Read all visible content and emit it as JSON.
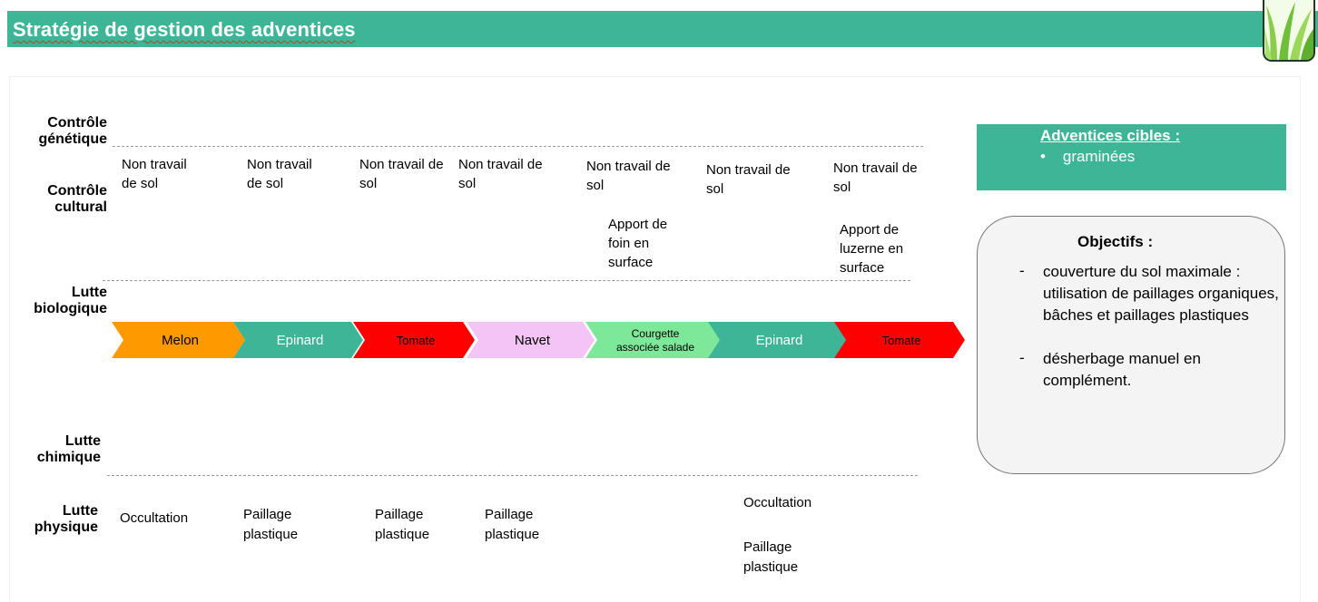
{
  "title": "Stratégie de gestion des adventices",
  "rows": {
    "genetique": "Contrôle\ngénétique",
    "cultural": "Contrôle\ncultural",
    "biologique": "Lutte\nbiologique",
    "chimique": "Lutte\nchimique",
    "physique": "Lutte\nphysique"
  },
  "cultural_cells": [
    "Non travail\nde sol",
    "Non travail\nde sol",
    "Non travail de\nsol",
    "Non travail de\nsol",
    "Non travail de\nsol",
    "Non travail de\nsol",
    "Non travail de\nsol",
    "Apport de\nfoin en\nsurface",
    "Apport de\nluzerne en\nsurface"
  ],
  "crops": [
    {
      "label": "Melon",
      "color": "#ff9900",
      "text_color": "#000000"
    },
    {
      "label": "Epinard",
      "color": "#3fb598",
      "text_color": "#ffffff"
    },
    {
      "label": "Tomate",
      "color": "#ff0000",
      "text_color": "#000000"
    },
    {
      "label": "Navet",
      "color": "#f3c4f5",
      "text_color": "#000000"
    },
    {
      "label": "Courgette\nassociée salade",
      "color": "#7ee89a",
      "text_color": "#000000"
    },
    {
      "label": "Epinard",
      "color": "#3fb598",
      "text_color": "#ffffff"
    },
    {
      "label": "Tomate",
      "color": "#ff0000",
      "text_color": "#000000"
    }
  ],
  "physique_cells": [
    "Occultation",
    "Paillage\nplastique",
    "Paillage\nplastique",
    "Paillage\nplastique",
    "Occultation",
    "Paillage\nplastique"
  ],
  "adventices": {
    "heading": "Adventices cibles :",
    "bullet": "•",
    "items": [
      "graminées"
    ]
  },
  "objectifs": {
    "heading": "Objectifs :",
    "dash": "-",
    "items": [
      "couverture du sol maximale : utilisation de paillages organiques, bâches et paillages plastiques",
      "désherbage manuel en complément."
    ]
  },
  "colors": {
    "accent": "#3fb598",
    "logo_grass": "#7cc242"
  }
}
